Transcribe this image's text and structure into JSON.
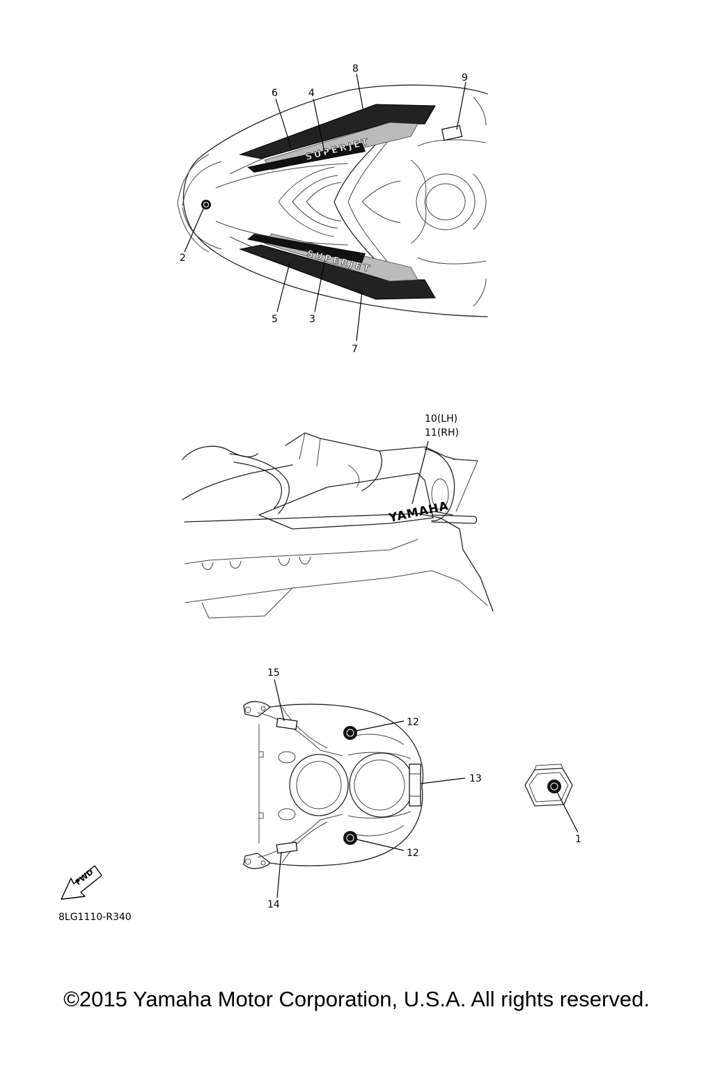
{
  "callouts": {
    "c1": "1",
    "c2": "2",
    "c3": "3",
    "c4": "4",
    "c5": "5",
    "c6": "6",
    "c7": "7",
    "c8": "8",
    "c9": "9",
    "c10": "10(LH)",
    "c11": "11(RH)",
    "c12a": "12",
    "c12b": "12",
    "c13": "13",
    "c14": "14",
    "c15": "15"
  },
  "decal_text": {
    "yamaha": "YAMAHA",
    "fwd": "FWD"
  },
  "diagram_code": "8LG1110-R340",
  "copyright": "©2015 Yamaha Motor Corporation, U.S.A. All rights reserved."
}
